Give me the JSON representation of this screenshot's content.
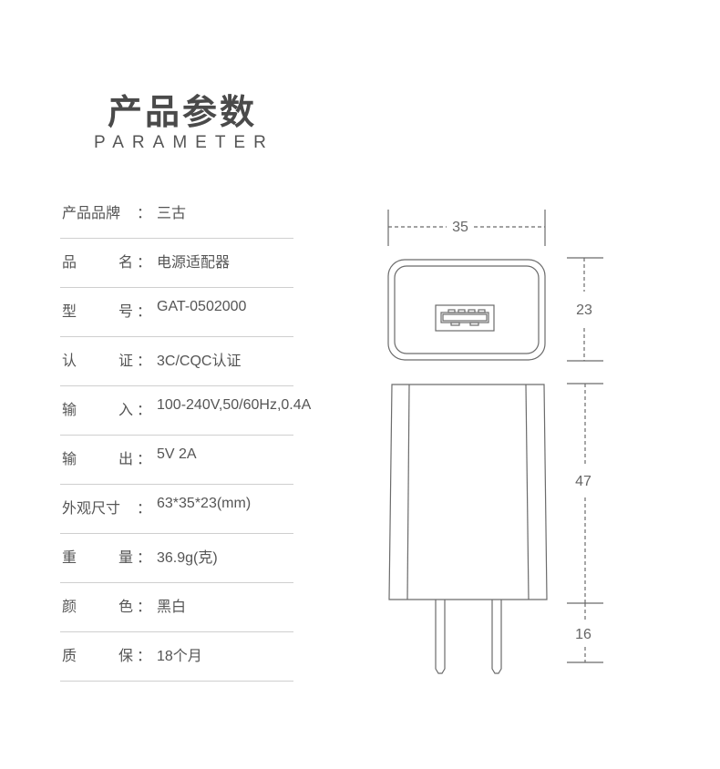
{
  "header": {
    "title_cn": "产品参数",
    "title_en": "PARAMETER"
  },
  "specs": [
    {
      "label": [
        "产品品牌"
      ],
      "value": "三古"
    },
    {
      "label": [
        "品",
        "名"
      ],
      "value": "电源适配器"
    },
    {
      "label": [
        "型",
        "号"
      ],
      "value": "GAT-0502000"
    },
    {
      "label": [
        "认",
        "证"
      ],
      "value": "3C/CQC认证"
    },
    {
      "label": [
        "输",
        "入"
      ],
      "value": "100-240V,50/60Hz,0.4A"
    },
    {
      "label": [
        "输",
        "出"
      ],
      "value": "5V  2A"
    },
    {
      "label": [
        "外观尺寸"
      ],
      "value": "63*35*23(mm)"
    },
    {
      "label": [
        "重",
        "量"
      ],
      "value": "36.9g(克)"
    },
    {
      "label": [
        "颜",
        "色"
      ],
      "value": "黑白"
    },
    {
      "label": [
        "质",
        "保"
      ],
      "value": "18个月"
    }
  ],
  "colon": "：",
  "diagram": {
    "width_label": "35",
    "depth_label": "23",
    "body_height_label": "47",
    "pin_length_label": "16",
    "line_color": "#6b6b6b"
  }
}
